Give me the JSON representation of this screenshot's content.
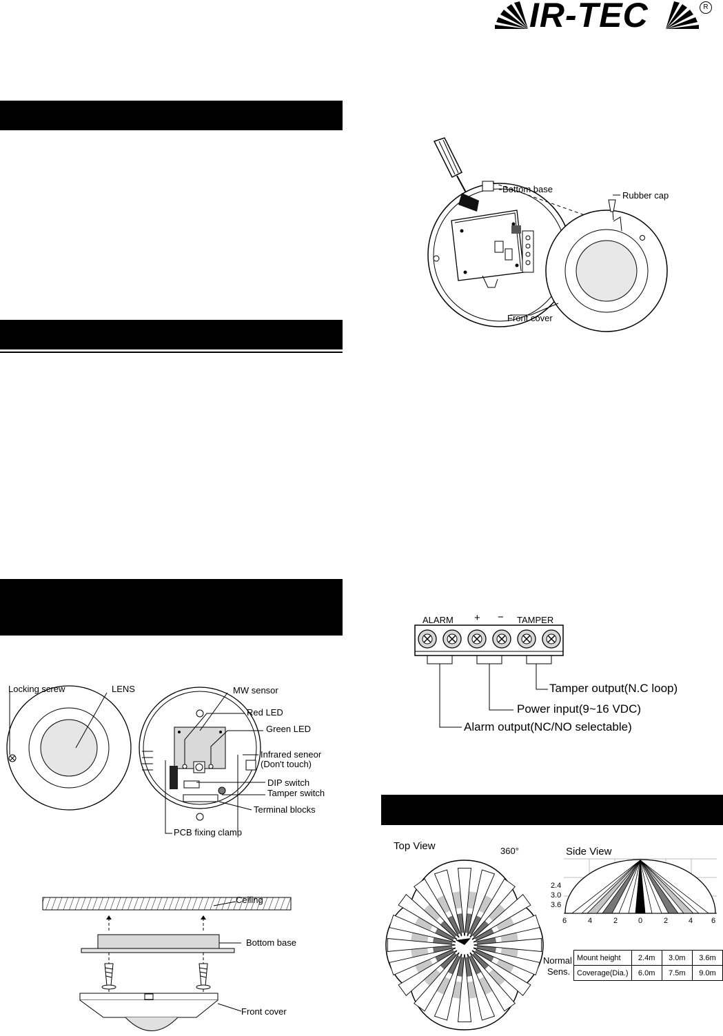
{
  "brand": {
    "name": "IR-TEC",
    "registered": "R"
  },
  "figures": {
    "removal": {
      "bottom_base": "Bottom base",
      "rubber_cap": "Rubber cap",
      "front_cover": "Front cover"
    },
    "terminal": {
      "header_alarm": "ALARM",
      "header_plus": "+",
      "header_minus": "−",
      "header_tamper": "TAMPER",
      "tamper_output": "Tamper output(N.C loop)",
      "power_input": "Power input(9~16 VDC)",
      "alarm_output": "Alarm output(NC/NO selectable)"
    },
    "parts": {
      "locking_screw": "Locking screw",
      "lens": "LENS",
      "mw_sensor": "MW sensor",
      "red_led": "Red LED",
      "green_led": "Green LED",
      "infrared_sensor": "Infrared seneor",
      "dont_touch": "(Don't touch)",
      "dip_switch": "DIP switch",
      "tamper_switch": "Tamper switch",
      "terminal_blocks": "Terminal blocks",
      "pcb_fixing_clamp": "PCB fixing clamp"
    },
    "mounting": {
      "ceiling": "Ceiling",
      "bottom_base": "Bottom base",
      "front_cover": "Front cover"
    },
    "coverage": {
      "top_view": "Top View",
      "angle": "360°",
      "side_view": "Side View",
      "heights": [
        "2.4",
        "3.0",
        "3.6"
      ],
      "distance_ticks": [
        "6",
        "4",
        "2",
        "0",
        "2",
        "4",
        "6"
      ],
      "normal": "Normal",
      "sens": "Sens.",
      "table": {
        "rows": [
          {
            "label": "Mount height",
            "values": [
              "2.4m",
              "3.0m",
              "3.6m"
            ]
          },
          {
            "label": "Coverage(Dia.)",
            "values": [
              "6.0m",
              "7.5m",
              "9.0m"
            ]
          }
        ]
      }
    }
  }
}
